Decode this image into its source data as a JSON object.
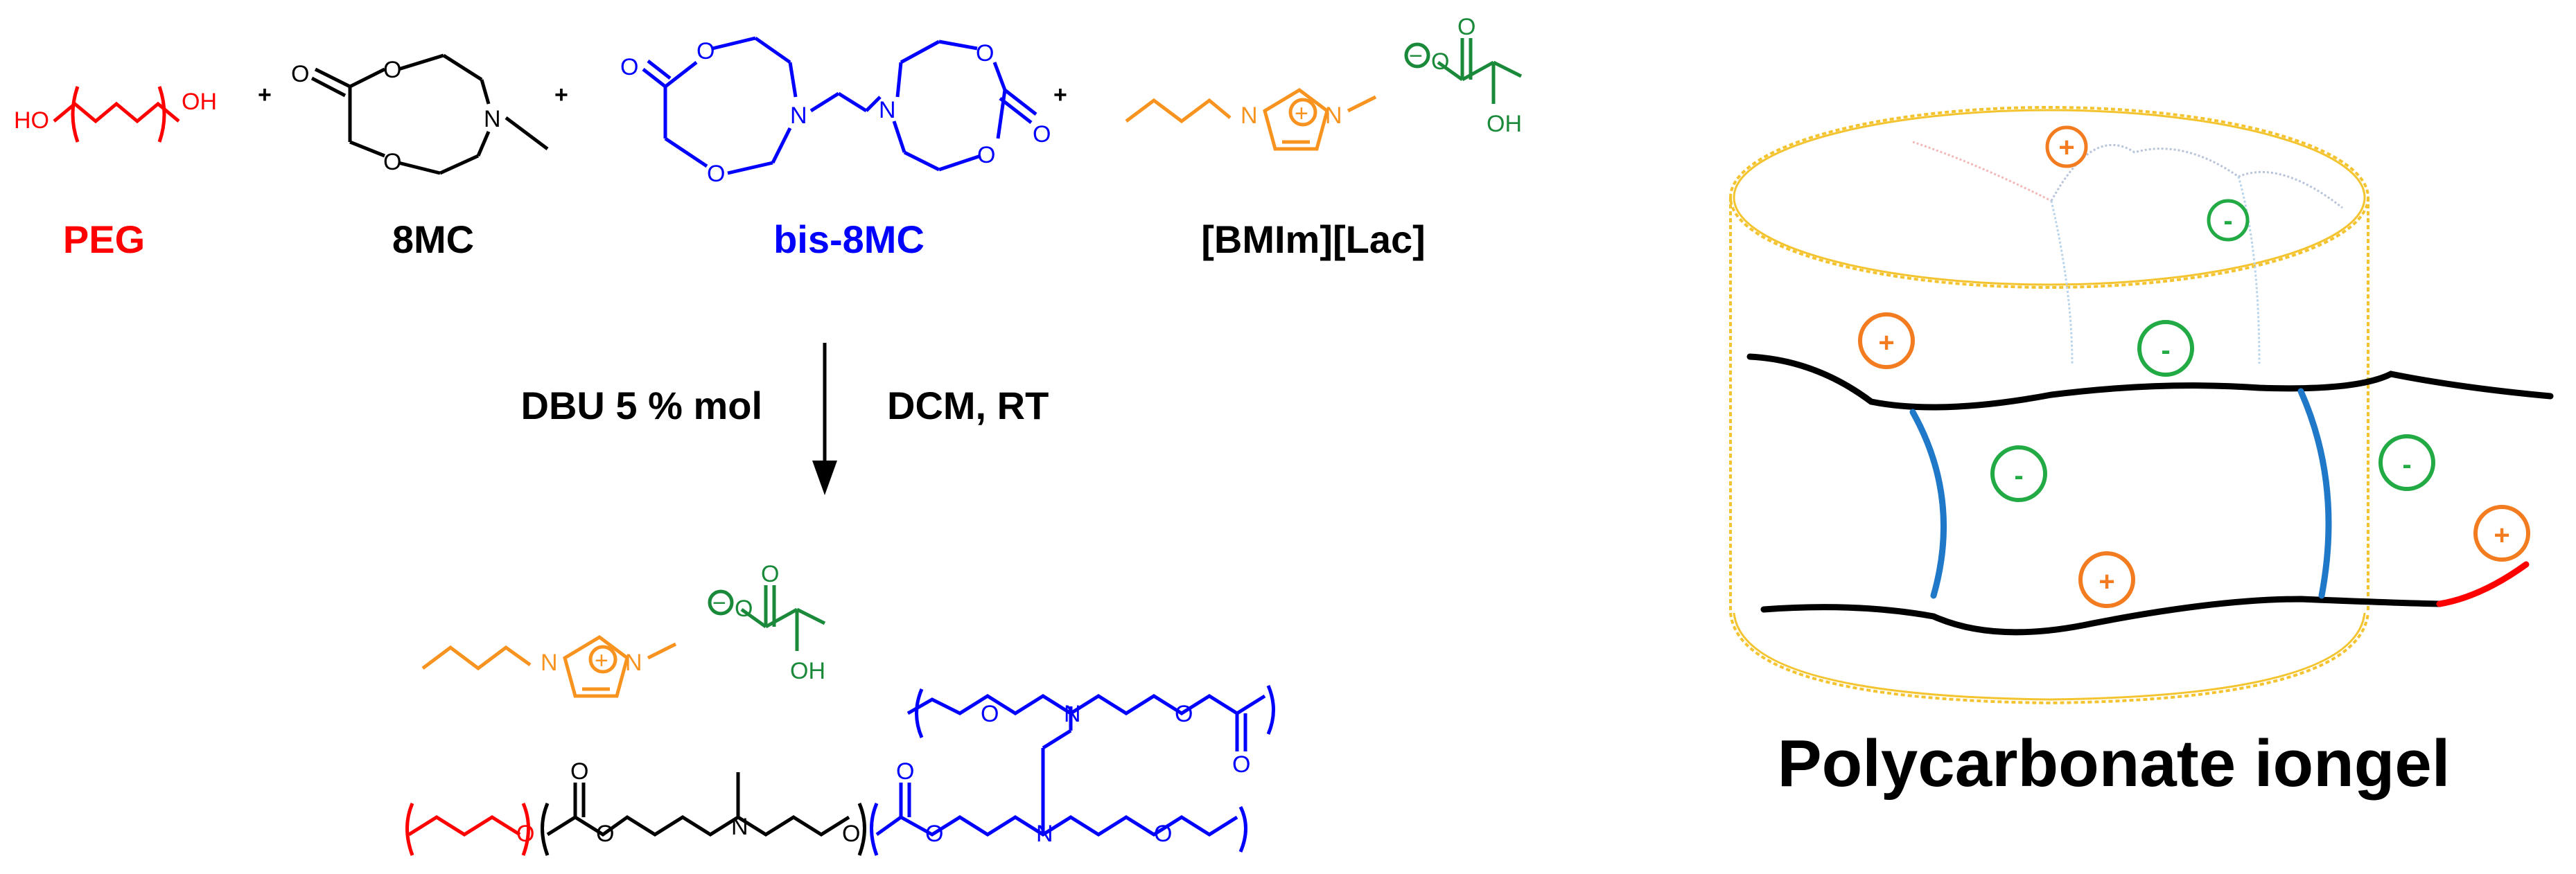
{
  "colors": {
    "peg": "#ff0000",
    "monomer": "#000000",
    "crosslinker": "#0000ff",
    "cation": "#f7931e",
    "anion": "#1a8a3a",
    "gel_outline": "#f4c430",
    "crosslink_blue": "#1f78c8",
    "plus_orange": "#f47c20",
    "minus_green": "#22aa44"
  },
  "reactants": {
    "plus_sign": "+",
    "peg": {
      "label": "PEG",
      "end_left": "HO",
      "end_right": "OH"
    },
    "eight_mc": {
      "label": "8MC",
      "atom_o1": "O",
      "atom_o2": "O",
      "atom_o3": "O",
      "atom_n": "N"
    },
    "bis_8mc": {
      "label": "bis-8MC",
      "atom_o": "O",
      "atom_n": "N"
    },
    "ionic_liquid": {
      "label": "[BMIm][Lac]",
      "atom_n": "N",
      "atom_o": "O",
      "atom_oh": "OH",
      "cation_charge": "+",
      "anion_charge": "−"
    }
  },
  "reaction": {
    "left_conditions": "DBU 5 % mol",
    "right_conditions": "DCM, RT"
  },
  "product": {
    "atom_n": "N",
    "atom_o": "O",
    "atom_oh": "OH",
    "cation_charge": "+",
    "anion_charge": "−"
  },
  "gel": {
    "caption": "Polycarbonate iongel",
    "plus_symbol": "+",
    "minus_symbol": "-"
  }
}
